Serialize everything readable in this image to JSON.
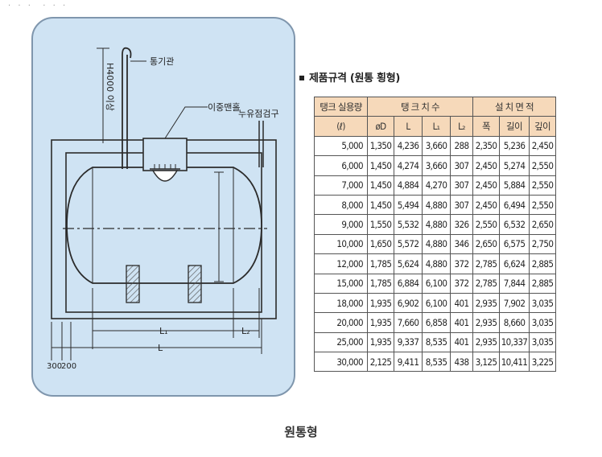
{
  "diagram": {
    "labels": {
      "vent_pipe": "통기관",
      "double_manhole": "이중맨홀",
      "leak_check": "누유점검구",
      "height_note": "H4000 이상",
      "dim_l1": "L₁",
      "dim_l2": "L₂",
      "dim_l": "L",
      "dim_300": "300",
      "dim_200": "200"
    },
    "colors": {
      "panel_bg": "#cfe3f3",
      "panel_border": "#7f96ad",
      "line": "#2b2b2b",
      "hatch": "#555555"
    }
  },
  "spec": {
    "title": "제품규격 (원통 횡형)",
    "header": {
      "capacity": "탱크 실용량",
      "capacity_unit": "(ℓ)",
      "tank_dims": "탱 크 치 수",
      "install_area": "설 치 면 적",
      "cols": [
        "øD",
        "L",
        "L₁",
        "L₂",
        "폭",
        "길이",
        "깊이"
      ]
    },
    "rows": [
      [
        "5,000",
        "1,350",
        "4,236",
        "3,660",
        "288",
        "2,350",
        "5,236",
        "2,450"
      ],
      [
        "6,000",
        "1,450",
        "4,274",
        "3,660",
        "307",
        "2,450",
        "5,274",
        "2,550"
      ],
      [
        "7,000",
        "1,450",
        "4,884",
        "4,270",
        "307",
        "2,450",
        "5,884",
        "2,550"
      ],
      [
        "8,000",
        "1,450",
        "5,494",
        "4,880",
        "307",
        "2,450",
        "6,494",
        "2,550"
      ],
      [
        "9,000",
        "1,550",
        "5,532",
        "4,880",
        "326",
        "2,550",
        "6,532",
        "2,650"
      ],
      [
        "10,000",
        "1,650",
        "5,572",
        "4,880",
        "346",
        "2,650",
        "6,575",
        "2,750"
      ],
      [
        "12,000",
        "1,785",
        "5,624",
        "4,880",
        "372",
        "2,785",
        "6,624",
        "2,885"
      ],
      [
        "15,000",
        "1,785",
        "6,884",
        "6,100",
        "372",
        "2,785",
        "7,844",
        "2,885"
      ],
      [
        "18,000",
        "1,935",
        "6,902",
        "6,100",
        "401",
        "2,935",
        "7,902",
        "3,035"
      ],
      [
        "20,000",
        "1,935",
        "7,660",
        "6,858",
        "401",
        "2,935",
        "8,660",
        "3,035"
      ],
      [
        "25,000",
        "1,935",
        "9,337",
        "8,535",
        "401",
        "2,935",
        "10,337",
        "3,035"
      ],
      [
        "30,000",
        "2,125",
        "9,411",
        "8,535",
        "438",
        "3,125",
        "10,411",
        "3,225"
      ]
    ]
  },
  "caption": "원통형"
}
